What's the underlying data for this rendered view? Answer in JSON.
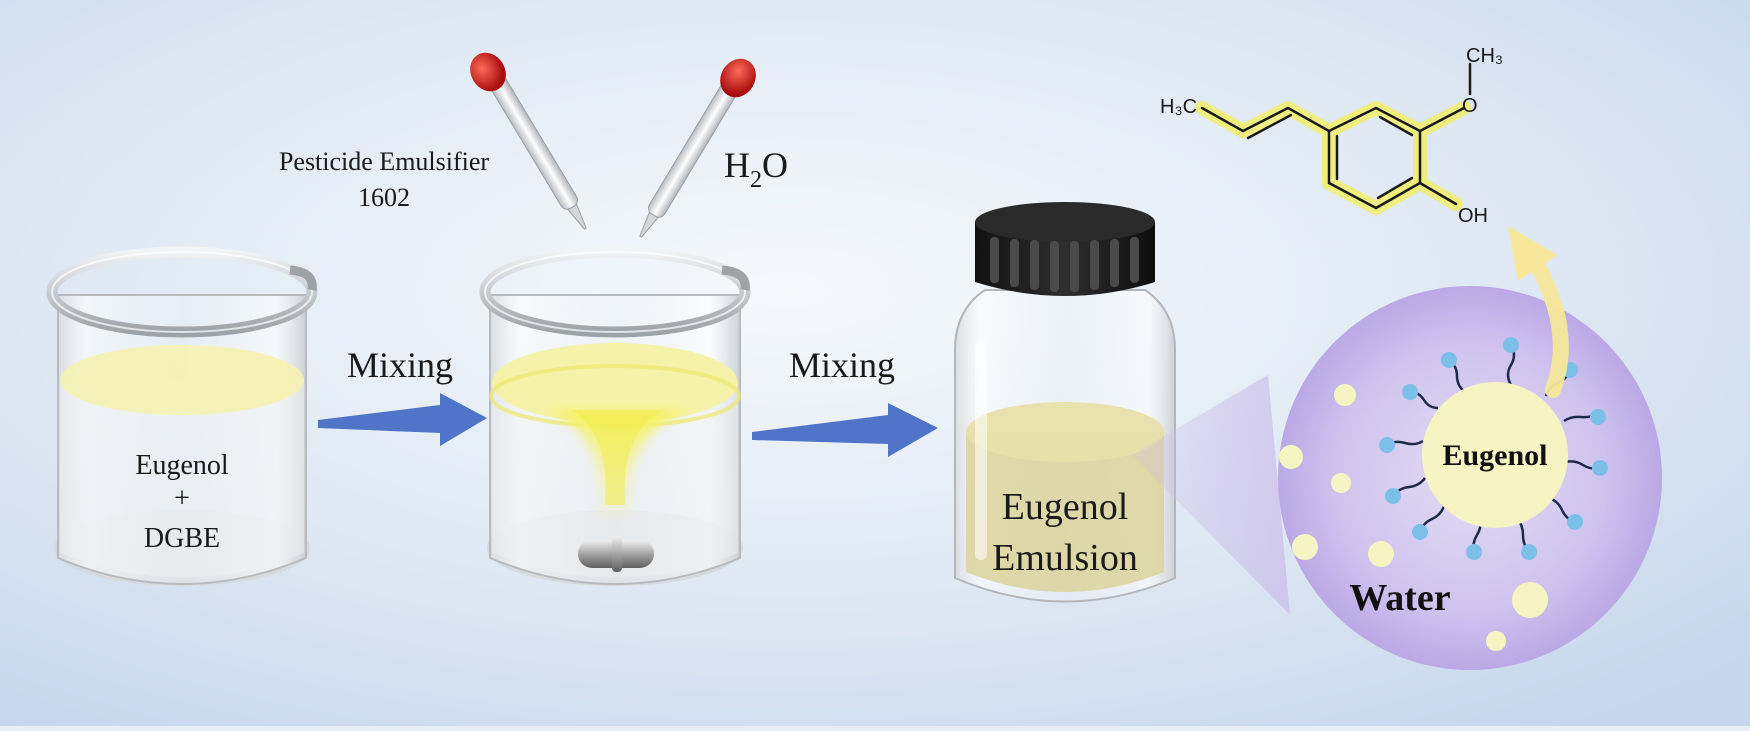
{
  "beaker1": {
    "line1": "Eugenol",
    "line2": "+",
    "line3": "DGBE"
  },
  "arrows": {
    "mixing1": "Mixing",
    "mixing2": "Mixing"
  },
  "pipettes": {
    "left_label_line1": "Pesticide Emulsifier",
    "left_label_line2": "1602",
    "right_label_main": "H",
    "right_label_sub": "2",
    "right_label_end": "O"
  },
  "bottle": {
    "line1": "Eugenol",
    "line2": "Emulsion"
  },
  "micelle": {
    "core_label": "Eugenol",
    "medium_label": "Water"
  },
  "molecule": {
    "h3c": "H₃C",
    "ch3": "CH₃",
    "o": "O",
    "oh": "OH"
  },
  "colors": {
    "background_center": "#f4f8fc",
    "background_edge": "#c8d8ec",
    "arrow_blue": "#4f74c8",
    "liquid_yellow": "#f3f0b4",
    "emulsion_gold": "#d9cf8f",
    "pipette_tip_red": "#c81414",
    "cap_black": "#1a1a1a",
    "circle_purple": "#c9b9ea",
    "highlight_yellow": "#f2ee6a",
    "head_blue": "#7cc0ea",
    "tail_navy": "#1f2a4a"
  }
}
